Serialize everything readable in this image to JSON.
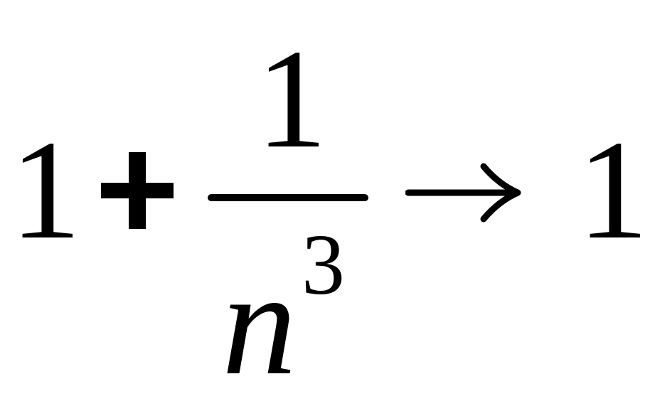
{
  "expression": {
    "left_term": "1",
    "operator": "+",
    "fraction": {
      "numerator": "1",
      "denominator_base": "n",
      "denominator_exponent": "3"
    },
    "arrow_icon": "right-arrow-icon",
    "limit_value": "1"
  },
  "colors": {
    "text": "#000000",
    "background": "#ffffff"
  }
}
